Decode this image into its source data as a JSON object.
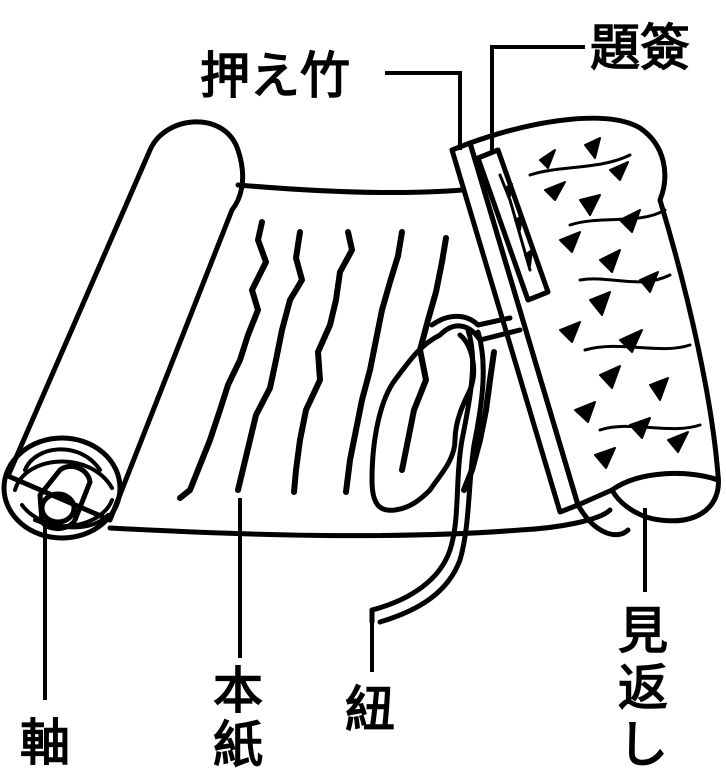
{
  "labels": {
    "osaedake": "押え竹",
    "daisen": "題簽",
    "jiku": "軸",
    "honshi": "本紙",
    "himo": "紐",
    "mikaeshi": "見返し"
  },
  "colors": {
    "ink": "#000000",
    "paper": "#ffffff"
  }
}
